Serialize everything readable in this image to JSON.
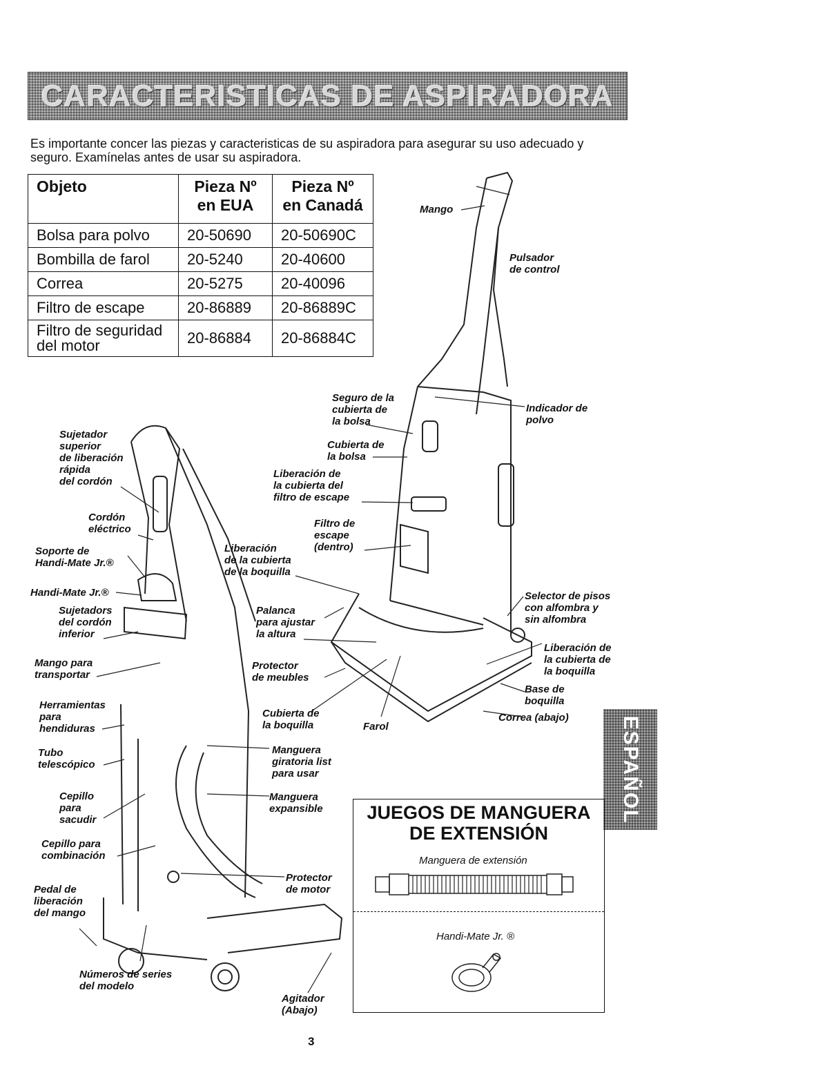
{
  "title": "CARACTERISTICAS DE ASPIRADORA",
  "intro": "Es importante concer las piezas y caracteristicas de su aspiradora para asegurar su uso adecuado y seguro. Examínelas antes de usar su aspiradora.",
  "table": {
    "headers": [
      "Objeto",
      "Pieza Nº en EUA",
      "Pieza Nº en Canadá"
    ],
    "rows": [
      [
        "Bolsa para polvo",
        "20-50690",
        "20-50690C"
      ],
      [
        "Bombilla de farol",
        "20-5240",
        "20-40600"
      ],
      [
        "Correa",
        "20-5275",
        "20-40096"
      ],
      [
        "Filtro de escape",
        "20-86889",
        "20-86889C"
      ],
      [
        "Filtro de seguridad del motor",
        "20-86884",
        "20-86884C"
      ]
    ]
  },
  "labels": {
    "mango": "Mango",
    "pulsador": "Pulsador\nde control",
    "seguro": "Seguro de la\ncubierta de\nla bolsa",
    "indicador": "Indicador de\npolvo",
    "cubierta_bolsa": "Cubierta de\nla bolsa",
    "liberacion_filtro": "Liberación de\nla cubierta del\nfiltro de escape",
    "filtro_escape": "Filtro de\nescape\n(dentro)",
    "sujetador_superior": "Sujetador\nsuperior\nde liberación\nrápida\ndel cordón",
    "cordon": "Cordón\neléctrico",
    "soporte": "Soporte de\nHandi-Mate Jr.®",
    "liberacion_boquilla_left": "Liberación\nde la cubierta\nde la boquilla",
    "handimate": "Handi-Mate Jr.®",
    "selector": "Selector de pisos\ncon alfombra y\nsin alfombra",
    "sujetadors": "Sujetadors\ndel cordón\ninferior",
    "palanca": "Palanca\npara ajustar\nla altura",
    "liberacion_boquilla_right": "Liberación de\nla cubierta de\nla boquilla",
    "mango_transportar": "Mango para\ntransportar",
    "protector_meubles": "Protector\nde meubles",
    "base_boquilla": "Base de\nboquilla",
    "herramientas": "Herramientas\npara\nhendiduras",
    "cubierta_boquilla": "Cubierta de\nla boquilla",
    "farol": "Farol",
    "correa": "Correa (abajo)",
    "tubo": "Tubo\ntelescópico",
    "manguera_giratoria": "Manguera\ngiratoria list\npara usar",
    "cepillo_sacudir": "Cepillo\npara\nsacudir",
    "manguera_expansible": "Manguera\nexpansible",
    "cepillo_combinacion": "Cepillo para\ncombinación",
    "protector_motor": "Protector\nde motor",
    "pedal": "Pedal de\nliberación\ndel mango",
    "numeros": "Números de series\ndel modelo",
    "agitador": "Agitador\n(Abajo)"
  },
  "side_tab": "ESPAÑOL",
  "kit": {
    "title": "JUEGOS DE MANGUERA\nDE EXTENSIÓN",
    "hose_label": "Manguera de extensión",
    "handimate_label": "Handi-Mate Jr. ®"
  },
  "page_number": "3"
}
